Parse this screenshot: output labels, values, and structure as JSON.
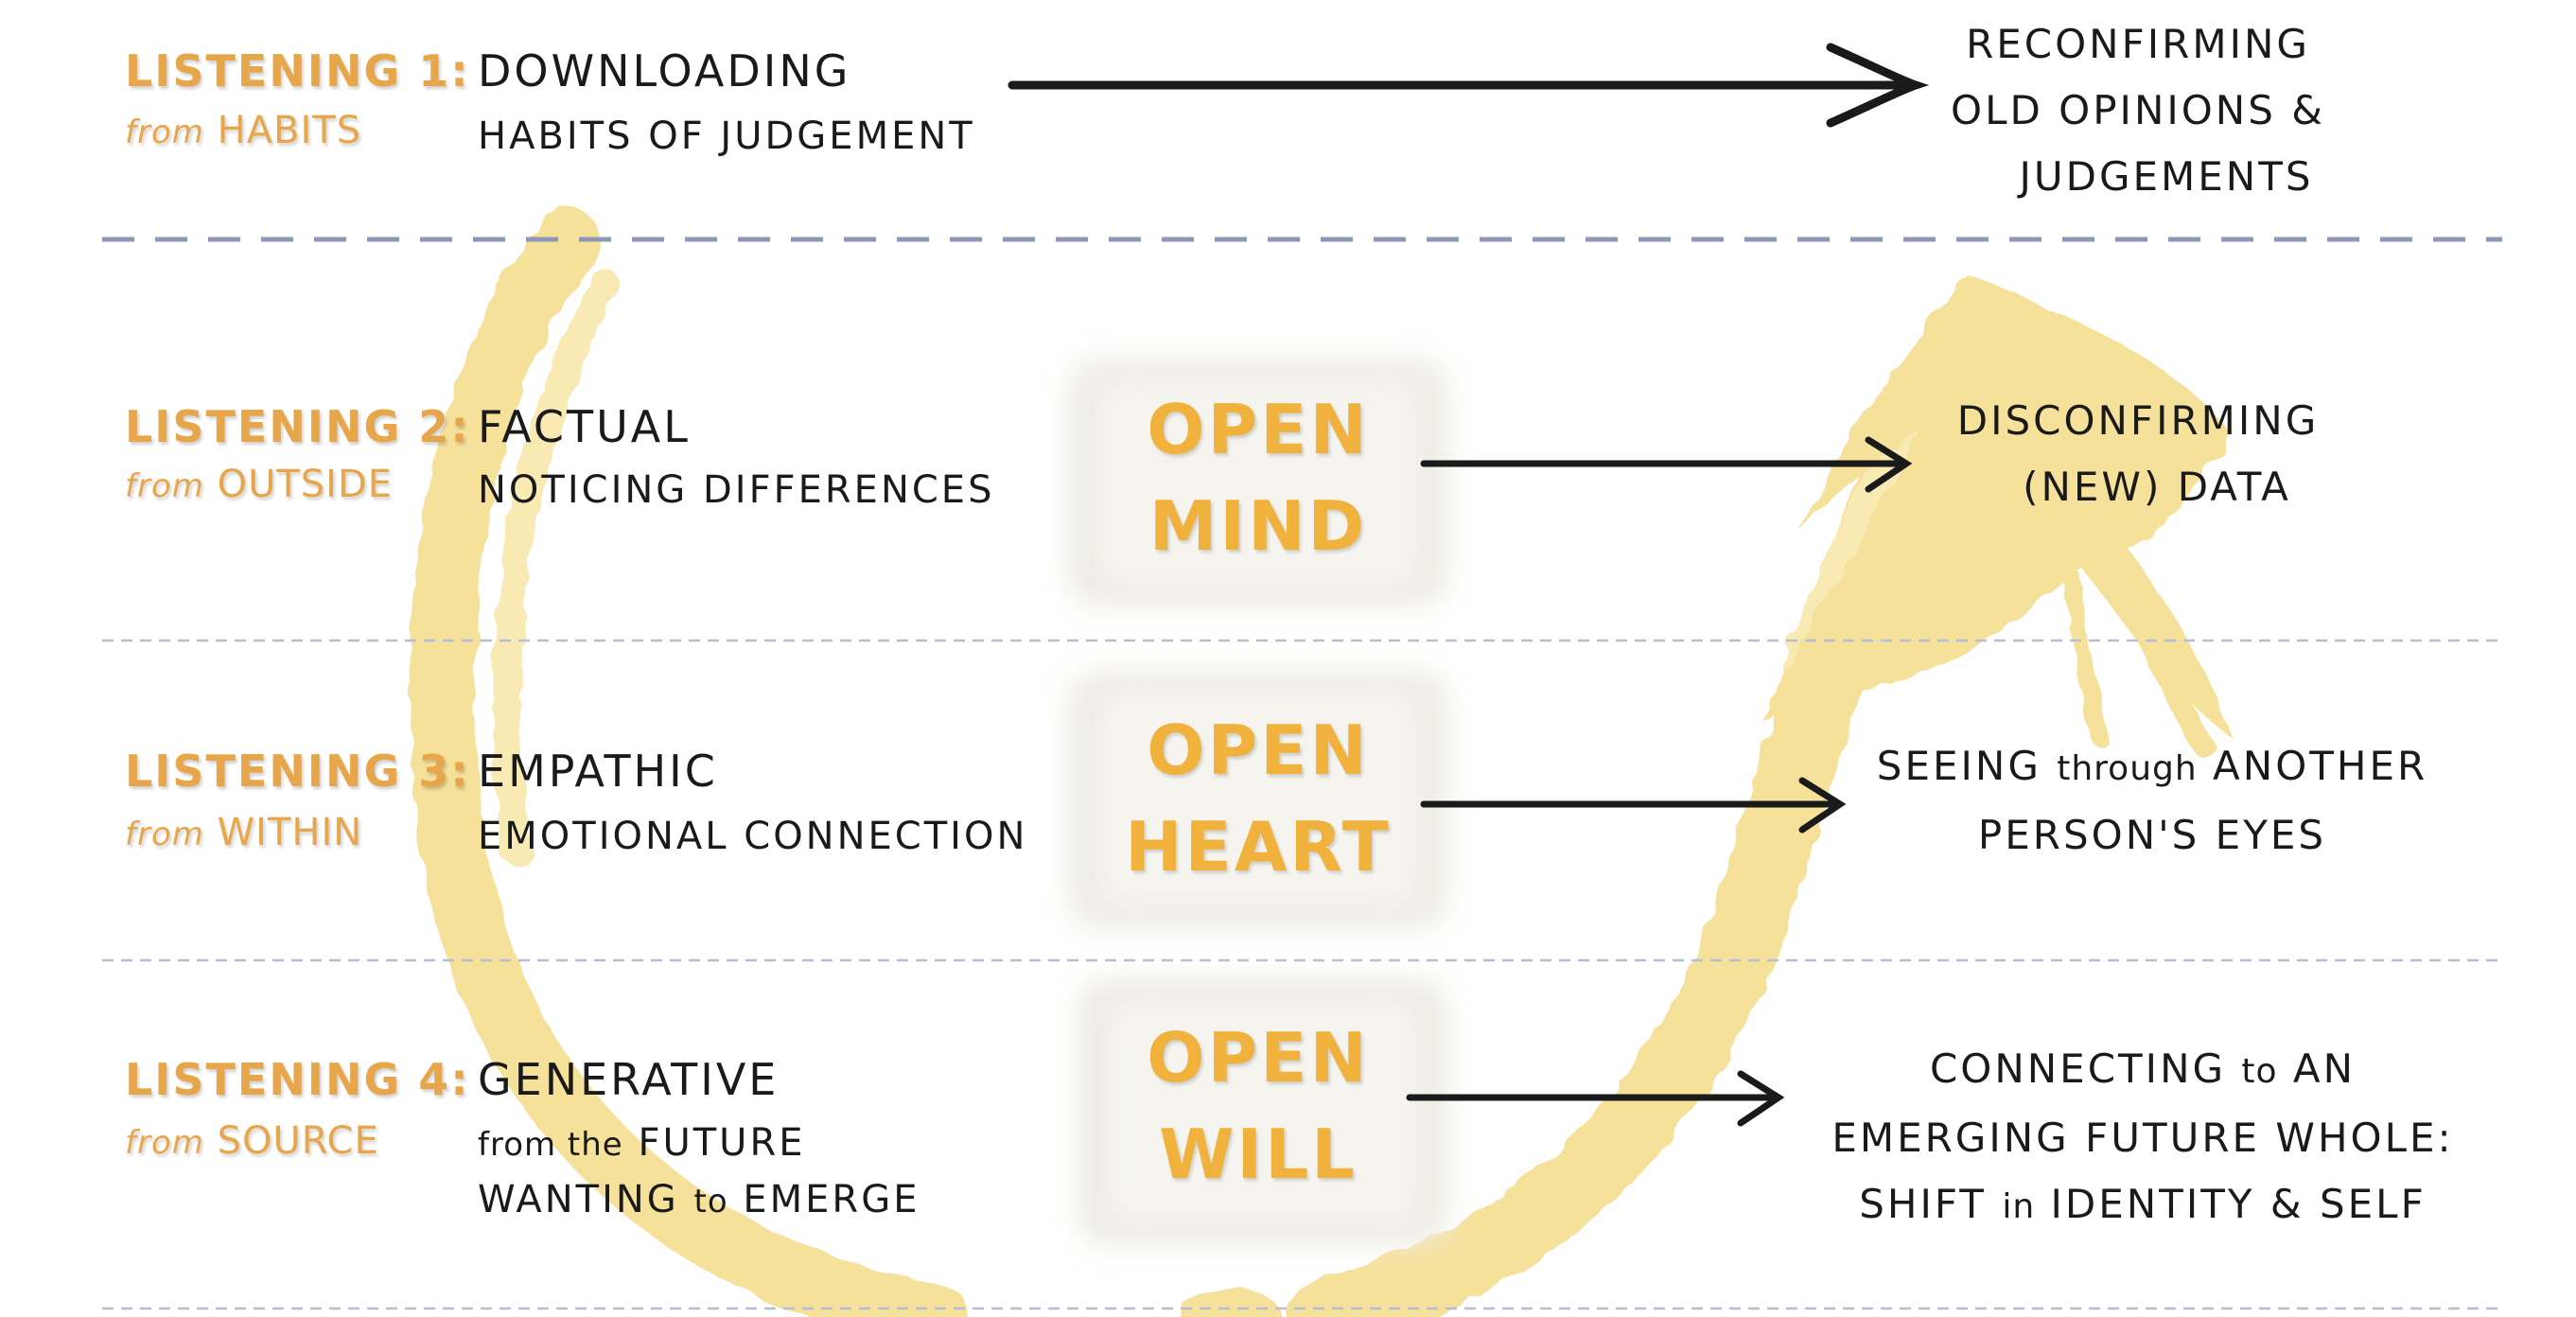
{
  "rows": [
    {
      "level": "LISTENING 1:",
      "source_prefix": "from",
      "source": "HABITS",
      "type": "DOWNLOADING",
      "description": "HABITS OF JUDGEMENT",
      "result": [
        "RECONFIRMING",
        "OLD OPINIONS &",
        "JUDGEMENTS"
      ]
    },
    {
      "level": "LISTENING 2:",
      "source_prefix": "from",
      "source": "OUTSIDE",
      "type": "FACTUAL",
      "description": "NOTICING DIFFERENCES",
      "open": [
        "OPEN",
        "MIND"
      ],
      "result": [
        "DISCONFIRMING",
        "(NEW) DATA"
      ]
    },
    {
      "level": "LISTENING 3:",
      "source_prefix": "from",
      "source": "WITHIN",
      "type": "EMPATHIC",
      "description": "EMOTIONAL CONNECTION",
      "open": [
        "OPEN",
        "HEART"
      ],
      "result_line1": {
        "a": "SEEING",
        "b": "through",
        "c": "ANOTHER"
      },
      "result_line2": "PERSON'S EYES"
    },
    {
      "level": "LISTENING 4:",
      "source_prefix": "from",
      "source": "SOURCE",
      "type": "GENERATIVE",
      "desc_line1": {
        "a": "from the",
        "b": "FUTURE"
      },
      "desc_line2": {
        "a": "WANTING",
        "b": "to",
        "c": "EMERGE"
      },
      "open": [
        "OPEN",
        "WILL"
      ],
      "result_line1": {
        "a": "CONNECTING",
        "b": "to",
        "c": "AN"
      },
      "result_line2": "EMERGING FUTURE WHOLE:",
      "result_line3": {
        "a": "SHIFT",
        "b": "in",
        "c": "IDENTITY & SELF"
      }
    }
  ],
  "colors": {
    "accent_orange": "#e8a64a",
    "u_curve_yellow": "#f5dc8a",
    "divider": "#8e97b5",
    "text": "#1a1a1a"
  }
}
